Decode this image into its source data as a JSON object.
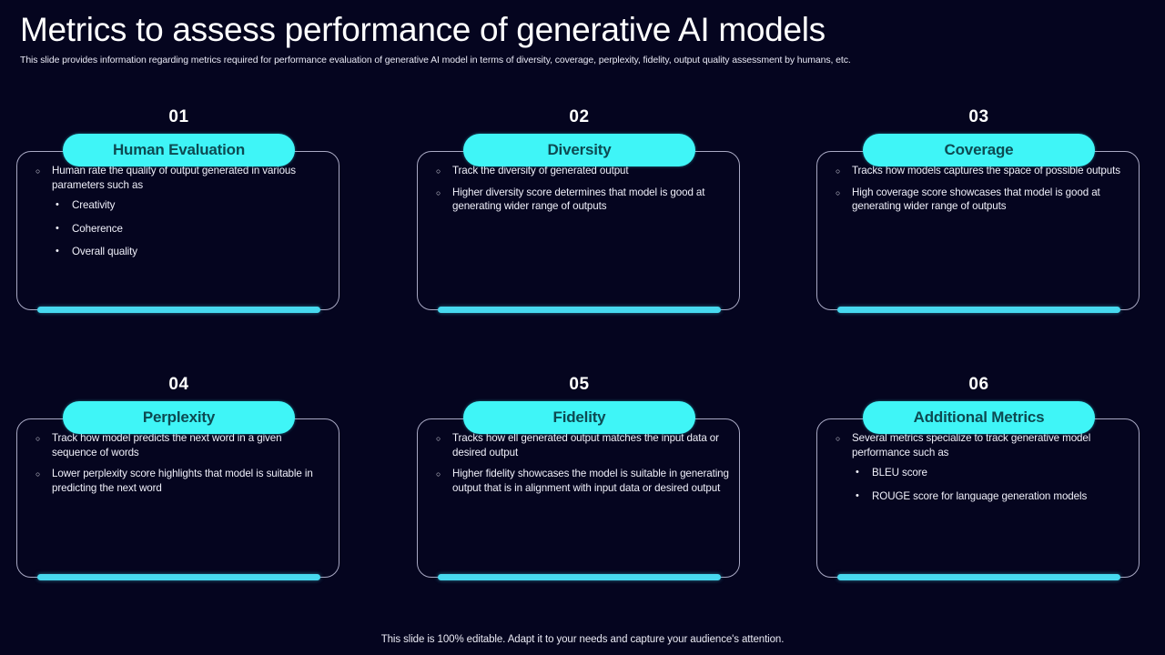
{
  "header": {
    "title": "Metrics to assess performance of generative AI models",
    "subtitle": "This slide provides information regarding metrics required for performance evaluation of generative AI model in terms of diversity, coverage, perplexity, fidelity, output quality assessment by humans, etc."
  },
  "colors": {
    "background": "#05051f",
    "pill": "#3ff5f7",
    "pill_text": "#0d4a52",
    "underbar": "#47d9ef",
    "card_border": "#a9a9c4",
    "body_text": "#f0f0fa"
  },
  "cards": [
    {
      "number": "01",
      "title": "Human Evaluation",
      "bullets": [
        {
          "text": "Human rate the quality of output generated in various parameters such as",
          "sub": [
            "Creativity",
            "Coherence",
            "Overall quality"
          ]
        }
      ]
    },
    {
      "number": "02",
      "title": "Diversity",
      "bullets": [
        {
          "text": "Track the diversity of generated output",
          "sub": []
        },
        {
          "text": "Higher diversity score determines that model is good at generating wider range of outputs",
          "sub": []
        }
      ]
    },
    {
      "number": "03",
      "title": "Coverage",
      "bullets": [
        {
          "text": "Tracks how models captures the space of possible outputs",
          "sub": []
        },
        {
          "text": "High coverage score showcases that model is good at generating wider range of outputs",
          "sub": []
        }
      ]
    },
    {
      "number": "04",
      "title": "Perplexity",
      "bullets": [
        {
          "text": "Track how model predicts the next word in a given sequence of words",
          "sub": []
        },
        {
          "text": "Lower perplexity score highlights that model is suitable in predicting the next word",
          "sub": []
        }
      ]
    },
    {
      "number": "05",
      "title": "Fidelity",
      "bullets": [
        {
          "text": "Tracks how ell generated output matches the input data or desired output",
          "sub": []
        },
        {
          "text": "Higher fidelity showcases the model is suitable in generating output that is in alignment with input data or desired output",
          "sub": []
        }
      ]
    },
    {
      "number": "06",
      "title": "Additional Metrics",
      "bullets": [
        {
          "text": "Several metrics specialize to track generative model performance such as",
          "sub": [
            "BLEU score",
            "ROUGE score for language generation models"
          ]
        }
      ]
    }
  ],
  "footer": {
    "note": "This slide is 100% editable. Adapt it to your needs and capture your audience's attention."
  }
}
